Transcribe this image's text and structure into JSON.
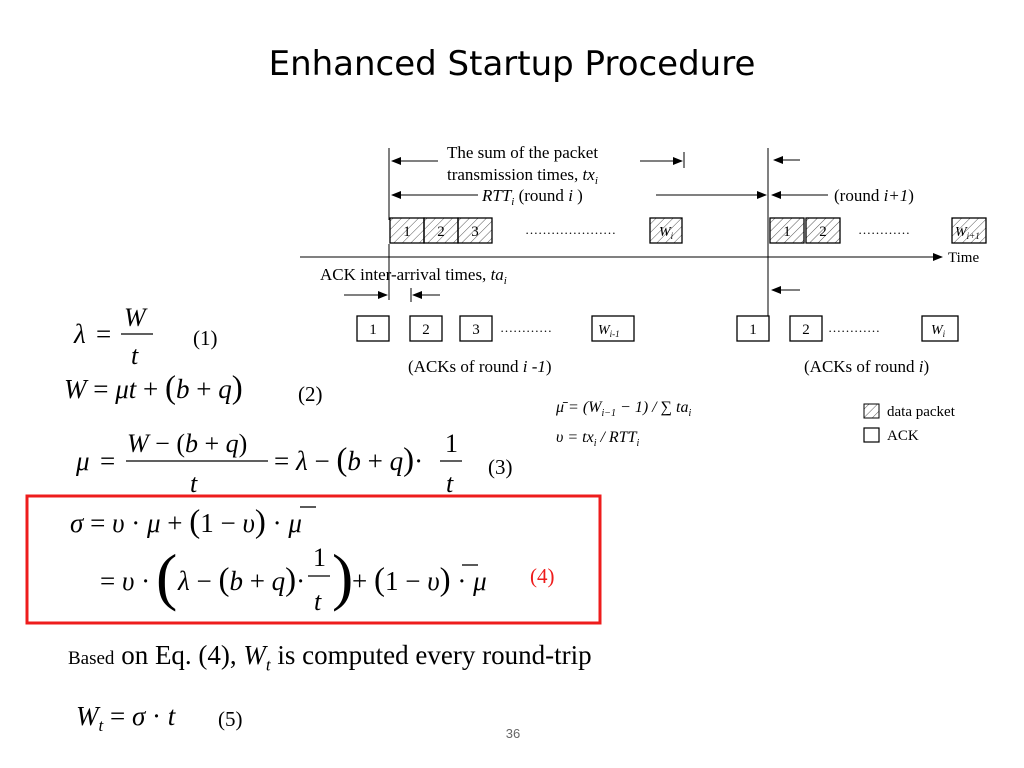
{
  "slide": {
    "title": "Enhanced Startup Procedure",
    "number": "36"
  },
  "diagram": {
    "sum_label_line1": "The sum of the packet",
    "sum_label_line2": "transmission times, ",
    "sum_label_var": "tx",
    "sum_label_sub": "i",
    "rtt_label_var": "RTT",
    "rtt_label_sub": "i",
    "rtt_label_text": " (round ",
    "rtt_label_i": "i",
    "rtt_label_close": " )",
    "round_next_prefix": "(round ",
    "round_next_var": "i+1",
    "round_next_close": ")",
    "time_label": "Time",
    "ack_label": "ACK inter-arrival times, ",
    "ack_label_var": "ta",
    "ack_label_sub": "i",
    "data_packets_round_i": [
      "1",
      "2",
      "3"
    ],
    "data_last_round_i": "W",
    "data_last_round_i_sub": "i",
    "data_packets_round_next": [
      "1",
      "2"
    ],
    "data_last_round_next": "W",
    "data_last_round_next_sub": "i+1",
    "dots_round_i": "…………………",
    "dots_round_next": "…………",
    "ack_packets_round_prev": [
      "1",
      "2",
      "3"
    ],
    "ack_last_round_prev": "W",
    "ack_last_round_prev_sub": "i-1",
    "ack_packets_round_i": [
      "1",
      "2"
    ],
    "ack_last_round_i": "W",
    "ack_last_round_i_sub": "i",
    "ack_dots_prev": "…………",
    "ack_dots_i": "…………",
    "acks_prev_label": "(ACKs of round ",
    "acks_prev_var": "i -1",
    "acks_prev_close": ")",
    "acks_i_label": "(ACKs of round ",
    "acks_i_var": "i",
    "acks_i_close": ")",
    "mu_bar_formula": "μ̄ = (W",
    "mu_bar_sub": "i−1",
    "mu_bar_rest": " − 1) / ∑ ta",
    "mu_bar_rest_sub": "i",
    "upsilon_formula": "υ = tx",
    "upsilon_sub": "i",
    "upsilon_rest": " / RTT",
    "upsilon_rest_sub": "i",
    "legend_data": "data packet",
    "legend_ack": "ACK"
  },
  "equations": {
    "eq1_label": "(1)",
    "eq2_label": "(2)",
    "eq3_label": "(3)",
    "eq4_label": "(4)",
    "eq5_label": "(5)"
  },
  "sentence": {
    "based": "Based",
    "rest1": " on Eq. (4), ",
    "var": "W",
    "var_sub": "t",
    "rest2": " is computed every round-trip"
  },
  "colors": {
    "highlight_box": "#ee1c1c",
    "eq4_label": "#ee1c1c"
  }
}
